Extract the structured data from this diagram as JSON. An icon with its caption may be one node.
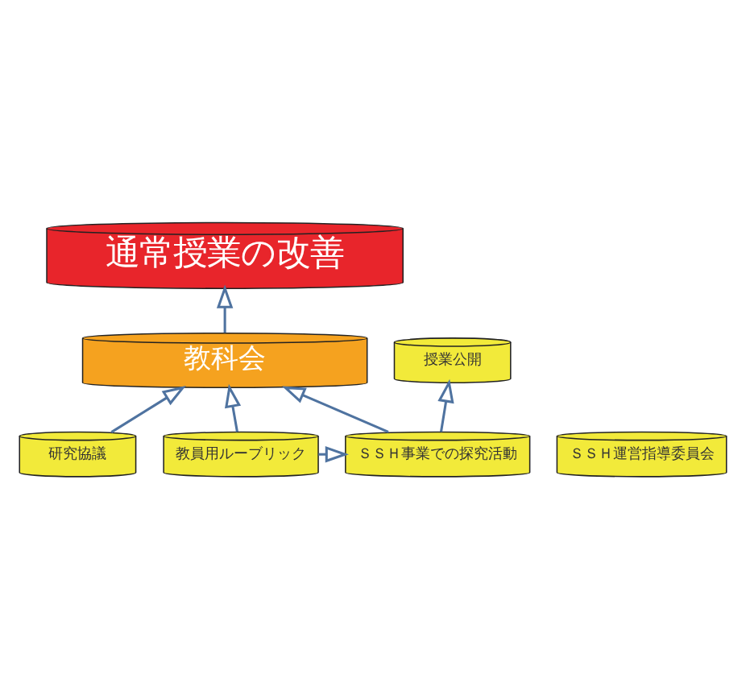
{
  "diagram": {
    "nodes": [
      {
        "text": [
          "通常授業の改善"
        ]
      },
      {
        "text": [
          "教科会"
        ]
      },
      {
        "text": [
          "研究協議"
        ]
      },
      {
        "text": [
          "授業公開"
        ]
      },
      {
        "text": [
          "ＳＳＨ事業での探究活動"
        ]
      },
      {
        "text": [
          "ＳＳＨ運営指導委員会"
        ]
      },
      {
        "text": [
          "教員用ルーブリック"
        ]
      }
    ],
    "edges": [
      {
        "from": 1,
        "to": 0,
        "arrow": "to"
      },
      {
        "from": 2,
        "to": 1,
        "arrow": "to"
      },
      {
        "from": 4,
        "to": 1,
        "arrow": "to"
      },
      {
        "from": 6,
        "to": 1,
        "arrow": "to"
      },
      {
        "from": 4,
        "to": 3,
        "arrow": "to"
      },
      {
        "from": 6,
        "to": 4,
        "arrow": "to"
      }
    ]
  }
}
